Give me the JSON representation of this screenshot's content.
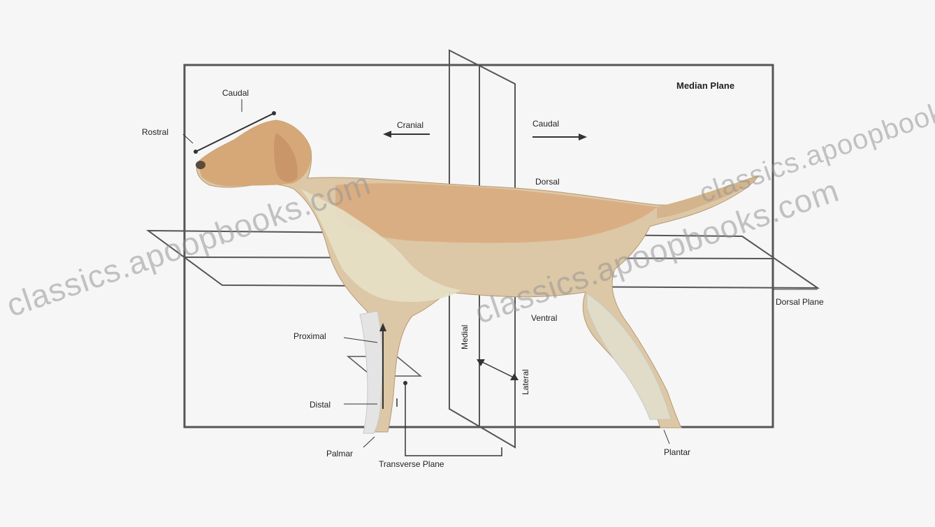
{
  "labels": {
    "median_plane": "Median Plane",
    "dorsal_plane": "Dorsal Plane",
    "transverse_plane": "Transverse Plane",
    "rostral": "Rostral",
    "caudal_head": "Caudal",
    "cranial": "Cranial",
    "caudal": "Caudal",
    "dorsal": "Dorsal",
    "ventral": "Ventral",
    "proximal": "Proximal",
    "distal": "Distal",
    "palmar": "Palmar",
    "plantar": "Plantar",
    "medial": "Medial",
    "lateral": "Lateral"
  },
  "watermarks": {
    "left": "classics.apoopbooks.com",
    "center": "classics.apoopbooks.com",
    "right": "classics.apoopbooks.com"
  },
  "colors": {
    "background": "#f6f6f6",
    "lines": "#555555",
    "dog_tan": "#d9b48a",
    "dog_cream": "#e8e4d0",
    "dog_white": "#ececec"
  }
}
